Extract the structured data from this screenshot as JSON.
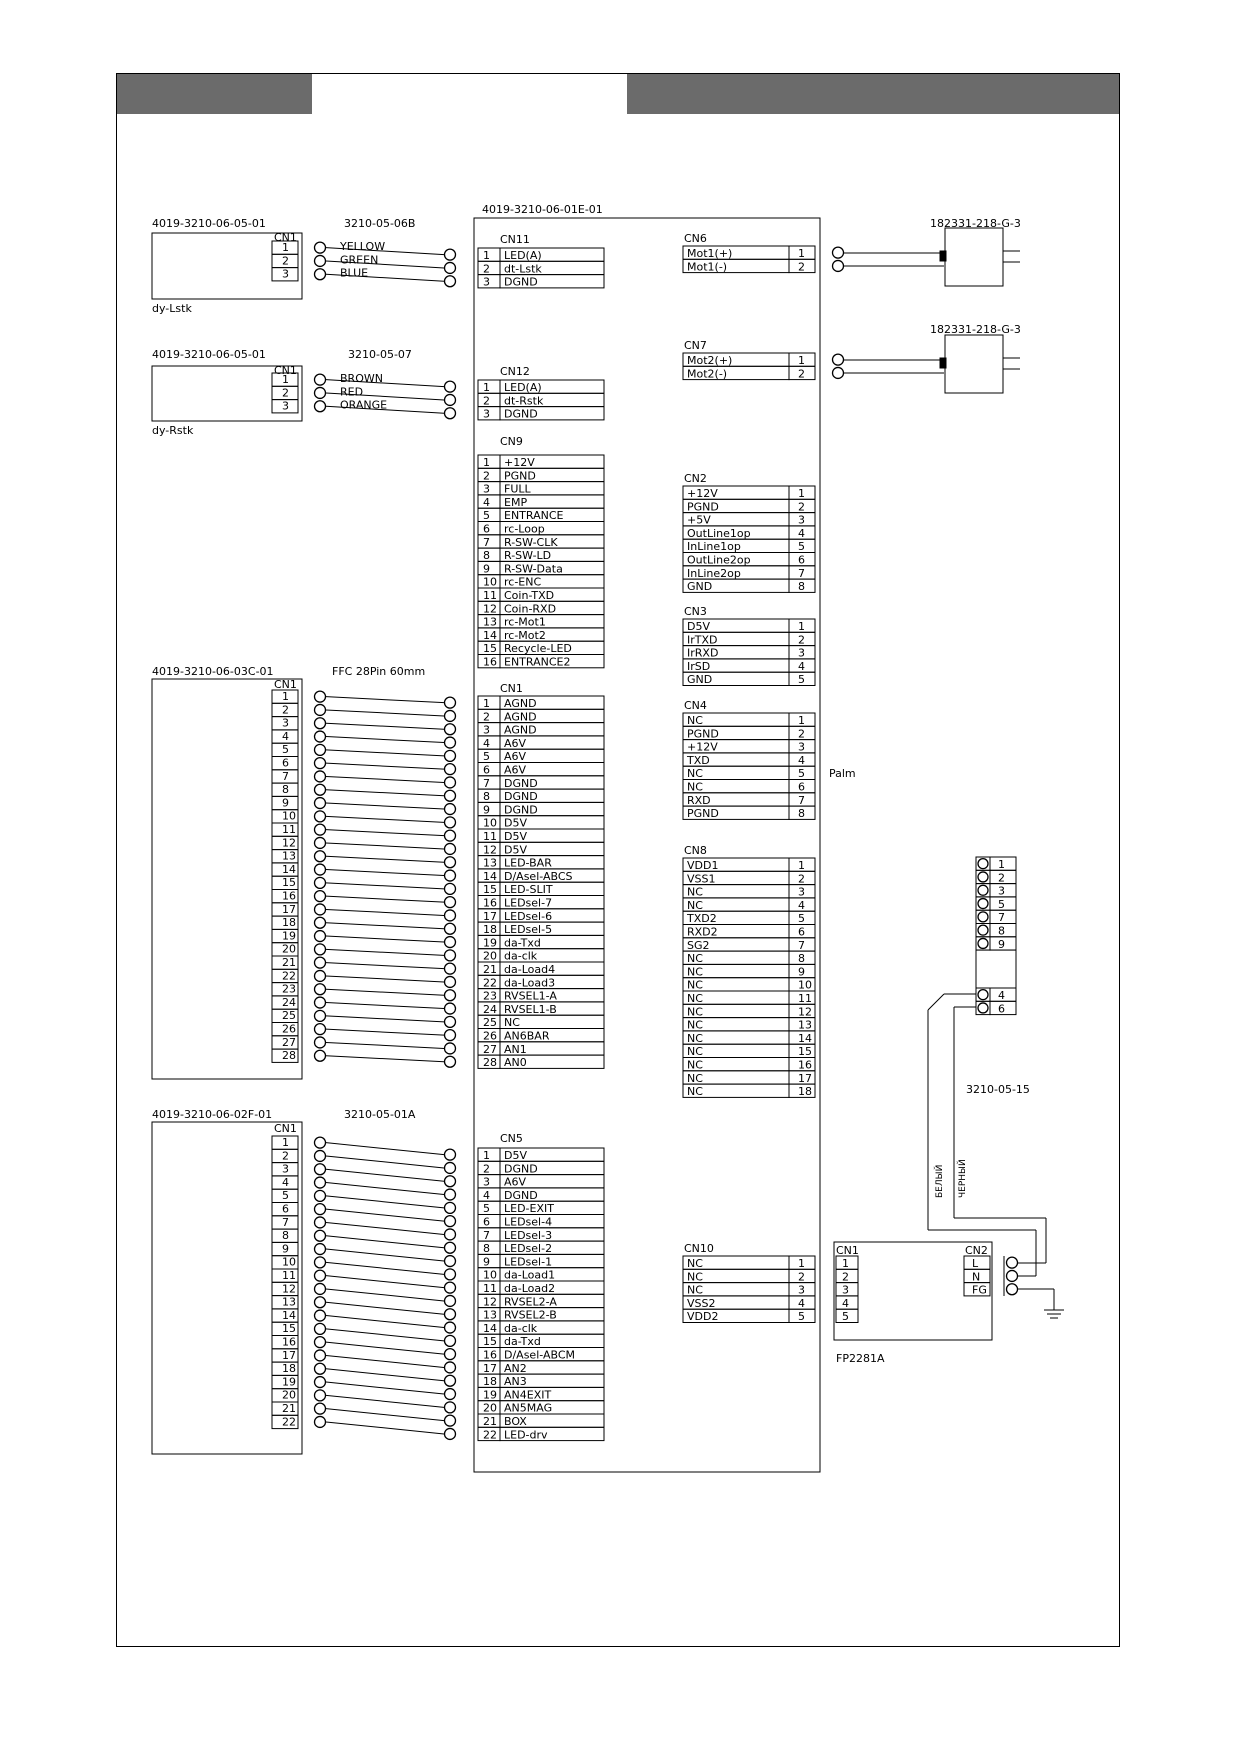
{
  "header": {
    "left": "",
    "middle": "",
    "right": ""
  },
  "main_board": {
    "part": "4019-3210-06-01E-01",
    "side_label": "Palm"
  },
  "left_units": [
    {
      "part": "4019-3210-06-05-01",
      "cn": "CN1",
      "pins": [
        "1",
        "2",
        "3"
      ],
      "name": "dy-Lstk",
      "cable": "3210-05-06B",
      "wires": [
        "YELLOW",
        "GREEN",
        "BLUE"
      ]
    },
    {
      "part": "4019-3210-06-05-01",
      "cn": "CN1",
      "pins": [
        "1",
        "2",
        "3"
      ],
      "name": "dy-Rstk",
      "cable": "3210-05-07",
      "wires": [
        "BROWN",
        "RED",
        "ORANGE"
      ]
    },
    {
      "part": "4019-3210-06-03C-01",
      "cn": "CN1",
      "pins": [
        "1",
        "2",
        "3",
        "4",
        "5",
        "6",
        "7",
        "8",
        "9",
        "10",
        "11",
        "12",
        "13",
        "14",
        "15",
        "16",
        "17",
        "18",
        "19",
        "20",
        "21",
        "22",
        "23",
        "24",
        "25",
        "26",
        "27",
        "28"
      ],
      "name": "",
      "cable": "FFC 28Pin 60mm",
      "wires": []
    },
    {
      "part": "4019-3210-06-02F-01",
      "cn": "CN1",
      "pins": [
        "1",
        "2",
        "3",
        "4",
        "5",
        "6",
        "7",
        "8",
        "9",
        "10",
        "11",
        "12",
        "13",
        "14",
        "15",
        "16",
        "17",
        "18",
        "19",
        "20",
        "21",
        "22"
      ],
      "name": "",
      "cable": "3210-05-01A",
      "wires": []
    }
  ],
  "left_connectors": [
    {
      "title": "CN11",
      "pins": [
        [
          "1",
          "LED(A)"
        ],
        [
          "2",
          "dt-Lstk"
        ],
        [
          "3",
          "DGND"
        ]
      ]
    },
    {
      "title": "CN12",
      "pins": [
        [
          "1",
          "LED(A)"
        ],
        [
          "2",
          "dt-Rstk"
        ],
        [
          "3",
          "DGND"
        ]
      ]
    },
    {
      "title": "CN9",
      "pins": [
        [
          "1",
          "+12V"
        ],
        [
          "2",
          "PGND"
        ],
        [
          "3",
          "FULL"
        ],
        [
          "4",
          "EMP"
        ],
        [
          "5",
          "ENTRANCE"
        ],
        [
          "6",
          "rc-Loop"
        ],
        [
          "7",
          "R-SW-CLK"
        ],
        [
          "8",
          "R-SW-LD"
        ],
        [
          "9",
          "R-SW-Data"
        ],
        [
          "10",
          "rc-ENC"
        ],
        [
          "11",
          "Coin-TXD"
        ],
        [
          "12",
          "Coin-RXD"
        ],
        [
          "13",
          "rc-Mot1"
        ],
        [
          "14",
          "rc-Mot2"
        ],
        [
          "15",
          "Recycle-LED"
        ],
        [
          "16",
          "ENTRANCE2"
        ]
      ]
    },
    {
      "title": "CN1",
      "pins": [
        [
          "1",
          "AGND"
        ],
        [
          "2",
          "AGND"
        ],
        [
          "3",
          "AGND"
        ],
        [
          "4",
          "A6V"
        ],
        [
          "5",
          "A6V"
        ],
        [
          "6",
          "A6V"
        ],
        [
          "7",
          "DGND"
        ],
        [
          "8",
          "DGND"
        ],
        [
          "9",
          "DGND"
        ],
        [
          "10",
          "D5V"
        ],
        [
          "11",
          "D5V"
        ],
        [
          "12",
          "D5V"
        ],
        [
          "13",
          "LED-BAR"
        ],
        [
          "14",
          "D/Asel-ABCS"
        ],
        [
          "15",
          "LED-SLIT"
        ],
        [
          "16",
          "LEDsel-7"
        ],
        [
          "17",
          "LEDsel-6"
        ],
        [
          "18",
          "LEDsel-5"
        ],
        [
          "19",
          "da-Txd"
        ],
        [
          "20",
          "da-clk"
        ],
        [
          "21",
          "da-Load4"
        ],
        [
          "22",
          "da-Load3"
        ],
        [
          "23",
          "RVSEL1-A"
        ],
        [
          "24",
          "RVSEL1-B"
        ],
        [
          "25",
          "NC"
        ],
        [
          "26",
          "AN6BAR"
        ],
        [
          "27",
          "AN1"
        ],
        [
          "28",
          "AN0"
        ]
      ]
    },
    {
      "title": "CN5",
      "pins": [
        [
          "1",
          "D5V"
        ],
        [
          "2",
          "DGND"
        ],
        [
          "3",
          "A6V"
        ],
        [
          "4",
          "DGND"
        ],
        [
          "5",
          "LED-EXIT"
        ],
        [
          "6",
          "LEDsel-4"
        ],
        [
          "7",
          "LEDsel-3"
        ],
        [
          "8",
          "LEDsel-2"
        ],
        [
          "9",
          "LEDsel-1"
        ],
        [
          "10",
          "da-Load1"
        ],
        [
          "11",
          "da-Load2"
        ],
        [
          "12",
          "RVSEL2-A"
        ],
        [
          "13",
          "RVSEL2-B"
        ],
        [
          "14",
          "da-clk"
        ],
        [
          "15",
          "da-Txd"
        ],
        [
          "16",
          "D/Asel-ABCM"
        ],
        [
          "17",
          "AN2"
        ],
        [
          "18",
          "AN3"
        ],
        [
          "19",
          "AN4EXIT"
        ],
        [
          "20",
          "AN5MAG"
        ],
        [
          "21",
          "BOX"
        ],
        [
          "22",
          "LED-drv"
        ]
      ]
    }
  ],
  "right_connectors": [
    {
      "title": "CN6",
      "pins": [
        [
          "Mot1(+)",
          "1"
        ],
        [
          "Mot1(-)",
          "2"
        ]
      ]
    },
    {
      "title": "CN7",
      "pins": [
        [
          "Mot2(+)",
          "1"
        ],
        [
          "Mot2(-)",
          "2"
        ]
      ]
    },
    {
      "title": "CN2",
      "pins": [
        [
          "+12V",
          "1"
        ],
        [
          "PGND",
          "2"
        ],
        [
          "+5V",
          "3"
        ],
        [
          "OutLine1op",
          "4"
        ],
        [
          "InLine1op",
          "5"
        ],
        [
          "OutLine2op",
          "6"
        ],
        [
          "InLine2op",
          "7"
        ],
        [
          "GND",
          "8"
        ]
      ]
    },
    {
      "title": "CN3",
      "pins": [
        [
          "D5V",
          "1"
        ],
        [
          "IrTXD",
          "2"
        ],
        [
          "IrRXD",
          "3"
        ],
        [
          "IrSD",
          "4"
        ],
        [
          "GND",
          "5"
        ]
      ]
    },
    {
      "title": "CN4",
      "pins": [
        [
          "NC",
          "1"
        ],
        [
          "PGND",
          "2"
        ],
        [
          "+12V",
          "3"
        ],
        [
          "TXD",
          "4"
        ],
        [
          "NC",
          "5"
        ],
        [
          "NC",
          "6"
        ],
        [
          "RXD",
          "7"
        ],
        [
          "PGND",
          "8"
        ]
      ]
    },
    {
      "title": "CN8",
      "pins": [
        [
          "VDD1",
          "1"
        ],
        [
          "VSS1",
          "2"
        ],
        [
          "NC",
          "3"
        ],
        [
          "NC",
          "4"
        ],
        [
          "TXD2",
          "5"
        ],
        [
          "RXD2",
          "6"
        ],
        [
          "SG2",
          "7"
        ],
        [
          "NC",
          "8"
        ],
        [
          "NC",
          "9"
        ],
        [
          "NC",
          "10"
        ],
        [
          "NC",
          "11"
        ],
        [
          "NC",
          "12"
        ],
        [
          "NC",
          "13"
        ],
        [
          "NC",
          "14"
        ],
        [
          "NC",
          "15"
        ],
        [
          "NC",
          "16"
        ],
        [
          "NC",
          "17"
        ],
        [
          "NC",
          "18"
        ]
      ]
    },
    {
      "title": "CN10",
      "pins": [
        [
          "NC",
          "1"
        ],
        [
          "NC",
          "2"
        ],
        [
          "NC",
          "3"
        ],
        [
          "VSS2",
          "4"
        ],
        [
          "VDD2",
          "5"
        ]
      ]
    }
  ],
  "motors": [
    {
      "part": "182331-218-G-3"
    },
    {
      "part": "182331-218-G-3"
    }
  ],
  "plug_9pin": {
    "pins": [
      "1",
      "2",
      "3",
      "5",
      "7",
      "8",
      "9",
      "4",
      "6"
    ]
  },
  "power_cable": {
    "part": "3210-05-15",
    "wire1": "БЕЛЫЙ",
    "wire2": "ЧЕРНЫЙ"
  },
  "psu": {
    "part": "FP2281A",
    "cn1": "CN1",
    "cn1_pins": [
      "1",
      "2",
      "3",
      "4",
      "5"
    ],
    "cn2": "CN2",
    "cn2_pins": [
      "L",
      "N",
      "FG"
    ]
  }
}
